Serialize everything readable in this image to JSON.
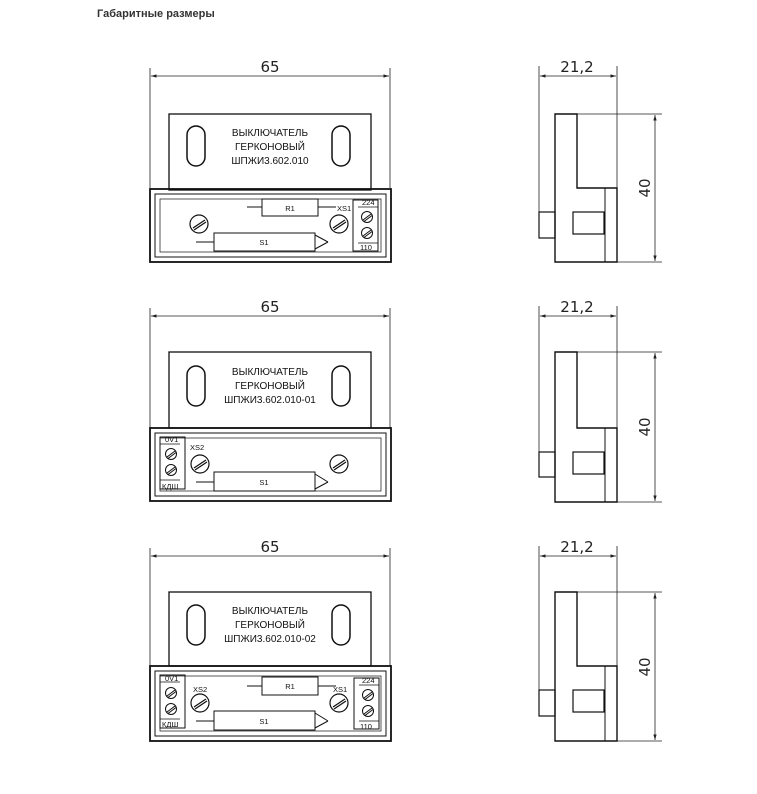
{
  "heading": "Габаритные размеры",
  "dim_width": "65",
  "dim_depth": "21,2",
  "dim_height": "40",
  "variants": [
    {
      "label_line1": "ВЫКЛЮЧАТЕЛЬ",
      "label_line2": "ГЕРКОНОВЫЙ",
      "label_line3": "ШПЖИ3.602.010"
    },
    {
      "label_line1": "ВЫКЛЮЧАТЕЛЬ",
      "label_line2": "ГЕРКОНОВЫЙ",
      "label_line3": "ШПЖИ3.602.010-01"
    },
    {
      "label_line1": "ВЫКЛЮЧАТЕЛЬ",
      "label_line2": "ГЕРКОНОВЫЙ",
      "label_line3": "ШПЖИ3.602.010-02"
    }
  ],
  "components": {
    "resistor": "R1",
    "reed_switch": "S1",
    "connector_xs1": "XS1",
    "connector_xs2": "XS2",
    "terminal_224": "224",
    "terminal_110": "110",
    "terminal_0v1": "0V1",
    "terminal_kdsh": "КДШ"
  }
}
